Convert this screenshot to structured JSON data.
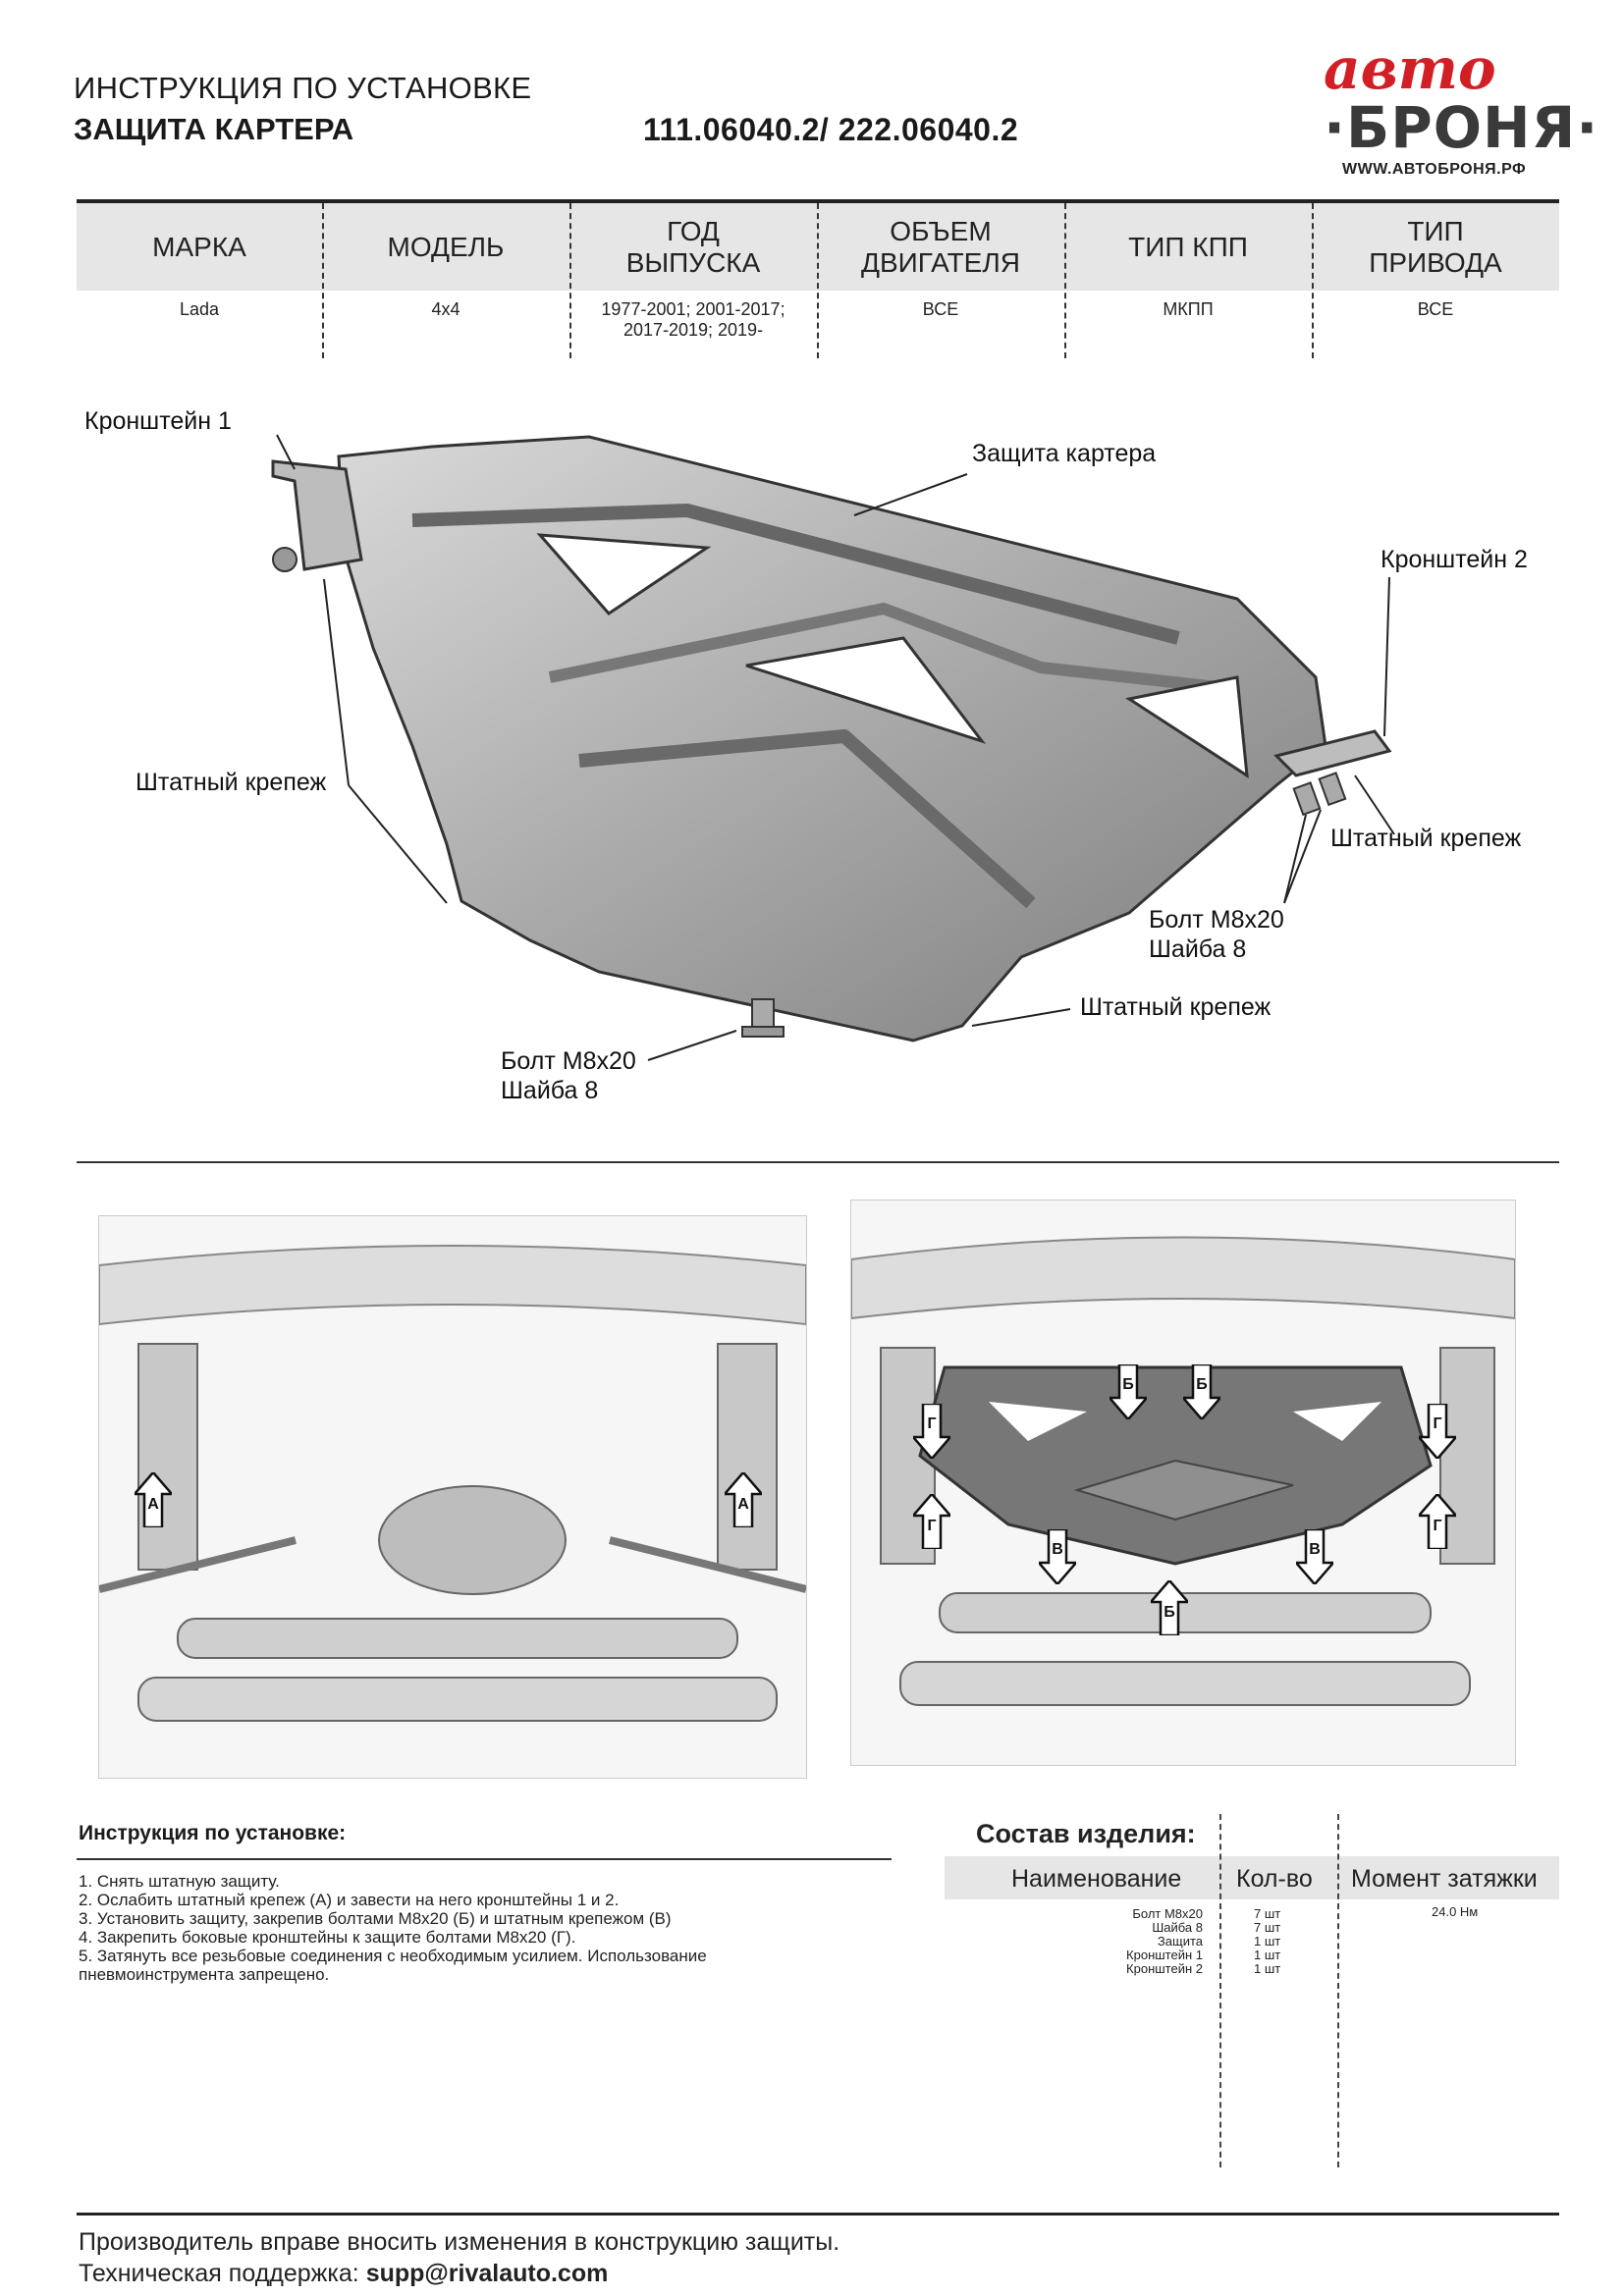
{
  "header": {
    "line1": "ИНСТРУКЦИЯ ПО УСТАНОВКЕ",
    "line2": "ЗАЩИТА КАРТЕРА",
    "part_codes": "111.06040.2/ 222.06040.2"
  },
  "logo": {
    "script": "авто",
    "main": "·БРОНЯ·",
    "url": "WWW.АВТОБРОНЯ.РФ"
  },
  "spec_table": {
    "columns": [
      "МАРКА",
      "МОДЕЛЬ",
      "ГОД ВЫПУСКА",
      "ОБЪЕМ ДВИГАТЕЛЯ",
      "ТИП КПП",
      "ТИП ПРИВОДА"
    ],
    "col_lines": [
      [
        "МАРКА"
      ],
      [
        "МОДЕЛЬ"
      ],
      [
        "ГОД",
        "ВЫПУСКА"
      ],
      [
        "ОБЪЕМ",
        "ДВИГАТЕЛЯ"
      ],
      [
        "ТИП КПП"
      ],
      [
        "ТИП",
        "ПРИВОДА"
      ]
    ],
    "values": [
      "Lada",
      "4x4",
      "1977-2001; 2001-2017; 2017-2019; 2019-",
      "ВСЕ",
      "МКПП",
      "ВСЕ"
    ],
    "year_lines": [
      "1977-2001; 2001-2017;",
      "2017-2019; 2019-"
    ]
  },
  "diagram_labels": {
    "bracket1": "Кронштейн 1",
    "guard": "Защита картера",
    "bracket2": "Кронштейн 2",
    "std_fastener_left": "Штатный крепеж",
    "std_fastener_right": "Штатный крепеж",
    "std_fastener_bottom": "Штатный крепеж",
    "bolt_right_1": "Болт М8х20",
    "bolt_right_2": "Шайба 8",
    "bolt_left_1": "Болт М8х20",
    "bolt_left_2": "Шайба 8"
  },
  "photo_markers": {
    "left": [
      "А",
      "А"
    ],
    "right": [
      "Б",
      "Б",
      "Г",
      "Г",
      "Г",
      "Г",
      "В",
      "В",
      "Б"
    ]
  },
  "instructions": {
    "title": "Инструкция по установке:",
    "steps": [
      "1. Снять штатную защиту.",
      "2. Ослабить штатный крепеж (А) и завести на него кронштейны 1 и 2.",
      "3. Установить защиту, закрепив болтами М8х20 (Б) и штатным крепежом (В)",
      "4. Закрепить боковые кронштейны к защите болтами М8х20 (Г).",
      "5. Затянуть все резьбовые соединения с необходимым усилием. Использование",
      "пневмоинструмента запрещено."
    ]
  },
  "composition": {
    "title": "Состав изделия:",
    "headers": [
      "Наименование",
      "Кол-во",
      "Момент затяжки"
    ],
    "rows": [
      {
        "name": "Болт М8х20",
        "qty": "7 шт"
      },
      {
        "name": "Шайба 8",
        "qty": "7 шт"
      },
      {
        "name": "Защита",
        "qty": "1 шт"
      },
      {
        "name": "Кронштейн 1",
        "qty": "1 шт"
      },
      {
        "name": "Кронштейн 2",
        "qty": "1 шт"
      }
    ],
    "torque": "24.0 Нм"
  },
  "footer": {
    "line1": "Производитель вправе вносить изменения в конструкцию защиты.",
    "line2_prefix": "Техническая поддержка: ",
    "email": "supp@rivalauto.com"
  }
}
